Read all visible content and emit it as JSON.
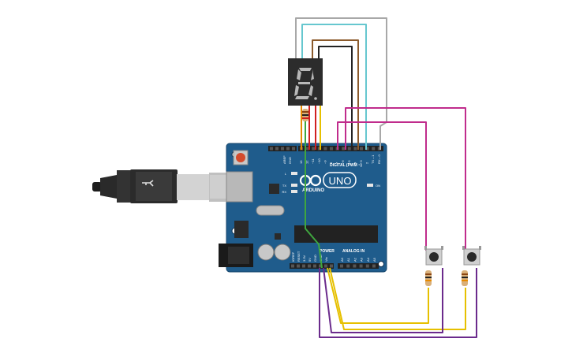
{
  "board": {
    "brand": "ARDUINO",
    "model": "UNO",
    "aref_label": "AREF",
    "gnd_label": "GND",
    "pin_labels_top": [
      "13",
      "12",
      "~11",
      "~10",
      "~9",
      "8",
      "7",
      "~6",
      "~5",
      "4",
      "~3",
      "2",
      "TX→1",
      "RX←0"
    ],
    "digital_label": "DIGITAL (PWM ~)",
    "power_label": "POWER",
    "analog_label": "ANALOG IN",
    "power_pins": [
      "IOREF",
      "RESET",
      "3.3V",
      "5V",
      "GND",
      "GND",
      "Vin"
    ],
    "analog_pins": [
      "A0",
      "A1",
      "A2",
      "A3",
      "A4",
      "A5"
    ],
    "led_labels": [
      "L",
      "TX",
      "RX",
      "ON"
    ]
  },
  "display": {
    "glyph": "8"
  },
  "colors": {
    "board": "#1f5c8c",
    "wire_gray": "#a8a8a8",
    "wire_cyan": "#66c7cf",
    "wire_brown": "#8b5a2b",
    "wire_black": "#222222",
    "wire_magenta": "#c02c8c",
    "wire_purple": "#6b2b8c",
    "wire_yellow": "#e6c000",
    "wire_green": "#3fa63f",
    "wire_red": "#d02020",
    "wire_orange": "#e88a00"
  }
}
